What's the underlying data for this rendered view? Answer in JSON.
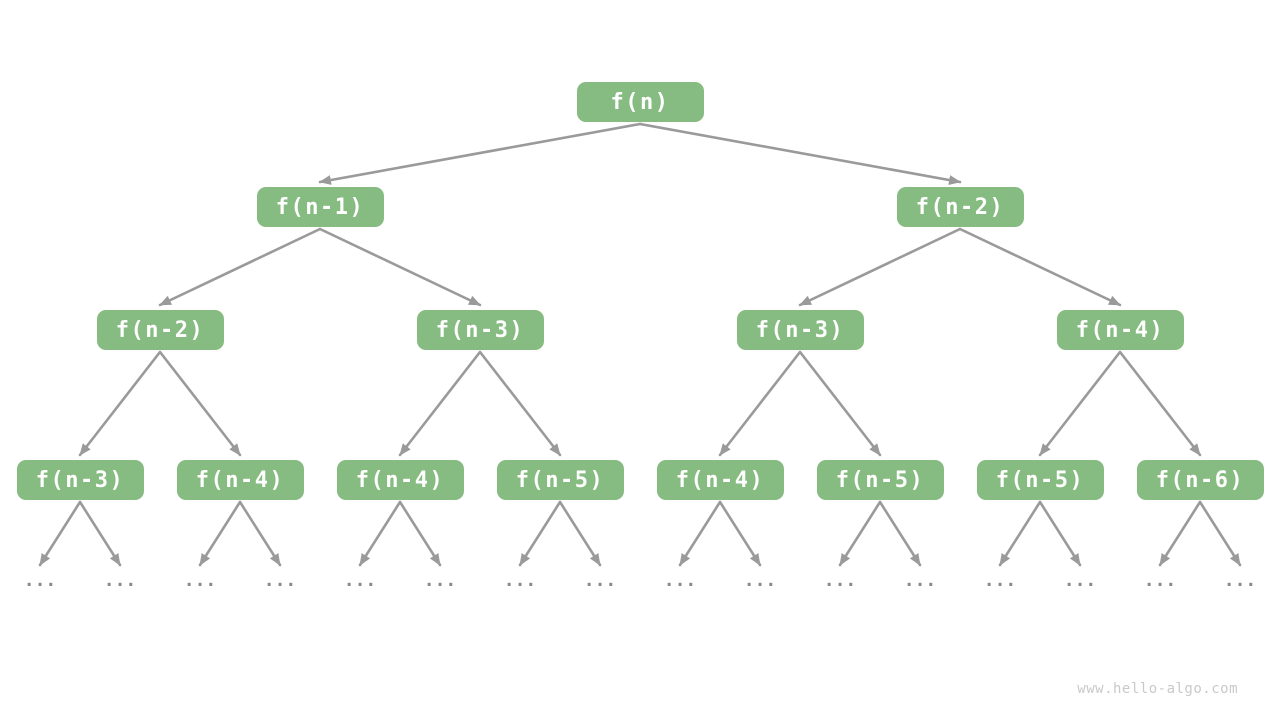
{
  "diagram": {
    "description": "recursion-tree",
    "node_labels_by_level": [
      [
        "f(n)"
      ],
      [
        "f(n-1)",
        "f(n-2)"
      ],
      [
        "f(n-2)",
        "f(n-3)",
        "f(n-3)",
        "f(n-4)"
      ],
      [
        "f(n-3)",
        "f(n-4)",
        "f(n-4)",
        "f(n-5)",
        "f(n-4)",
        "f(n-5)",
        "f(n-5)",
        "f(n-6)"
      ]
    ],
    "ellipsis_row": [
      "...",
      "...",
      "...",
      "...",
      "...",
      "...",
      "...",
      "...",
      "...",
      "...",
      "...",
      "...",
      "...",
      "...",
      "...",
      "..."
    ],
    "colors": {
      "node_fill": "#86bc81",
      "node_text": "#ffffff",
      "arrow": "#9a9a9a",
      "ellipsis": "#8a8a8a",
      "watermark": "#c9c9c9",
      "background": "#ffffff"
    }
  },
  "watermark": {
    "text": "www.hello-algo.com"
  }
}
